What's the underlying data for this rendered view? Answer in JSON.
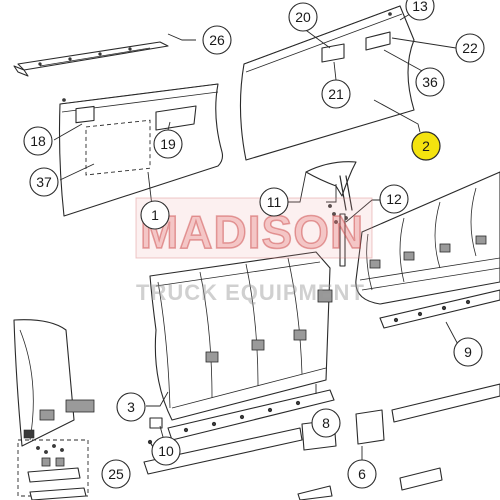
{
  "watermark": {
    "brand": "MADISON",
    "tagline": "TRUCK EQUIPMENT"
  },
  "callouts": [
    {
      "id": "c13",
      "label": "13",
      "highlight": false
    },
    {
      "id": "c20",
      "label": "20",
      "highlight": false
    },
    {
      "id": "c22",
      "label": "22",
      "highlight": false
    },
    {
      "id": "c26",
      "label": "26",
      "highlight": false
    },
    {
      "id": "c21",
      "label": "21",
      "highlight": false
    },
    {
      "id": "c36",
      "label": "36",
      "highlight": false
    },
    {
      "id": "c2",
      "label": "2",
      "highlight": true
    },
    {
      "id": "c18",
      "label": "18",
      "highlight": false
    },
    {
      "id": "c19",
      "label": "19",
      "highlight": false
    },
    {
      "id": "c37",
      "label": "37",
      "highlight": false
    },
    {
      "id": "c1",
      "label": "1",
      "highlight": false
    },
    {
      "id": "c11",
      "label": "11",
      "highlight": false
    },
    {
      "id": "c12",
      "label": "12",
      "highlight": false
    },
    {
      "id": "c3",
      "label": "3",
      "highlight": false
    },
    {
      "id": "c8",
      "label": "8",
      "highlight": false
    },
    {
      "id": "c9",
      "label": "9",
      "highlight": false
    },
    {
      "id": "c10",
      "label": "10",
      "highlight": false
    },
    {
      "id": "c25",
      "label": "25",
      "highlight": false
    },
    {
      "id": "c6",
      "label": "6",
      "highlight": false
    }
  ],
  "colors": {
    "highlight": "#f4e30f",
    "line": "#2a2a2a",
    "watermark_red": "#e26e6e",
    "watermark_grey": "#969696"
  }
}
